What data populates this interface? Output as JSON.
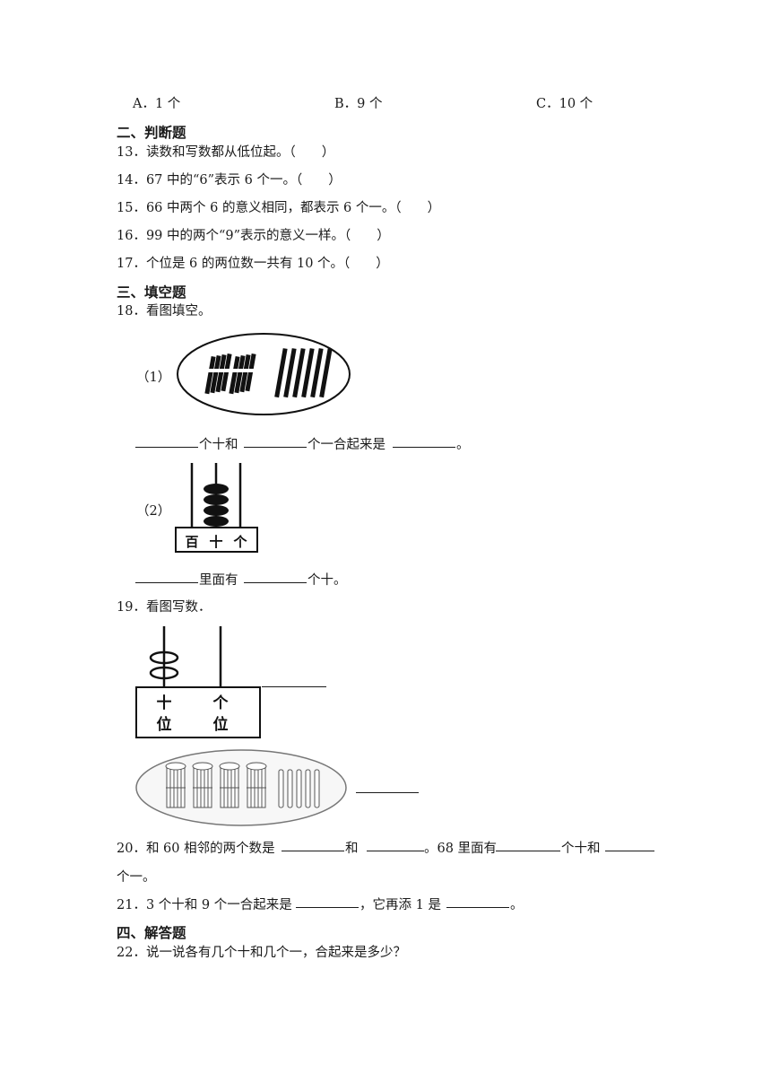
{
  "q12_options": {
    "a": "A．1 个",
    "b": "B．9 个",
    "c": "C．10 个"
  },
  "section2": {
    "title": "二、判断题",
    "items": [
      "13．读数和写数都从低位起。（　　）",
      "14．67 中的“6”表示 6 个一。（　　）",
      "15．66 中两个 6 的意义相同，都表示 6 个一。（　　）",
      "16．99 中的两个“9”表示的意义一样。（　　）",
      "17．个位是 6 的两位数一共有 10 个。（　　）"
    ]
  },
  "section3": {
    "title": "三、填空题",
    "q18": {
      "stem": "18．看图填空。",
      "p1_label": "（1）",
      "p1_fill_a": "个十和",
      "p1_fill_b": "个一合起来是",
      "p1_end": "。",
      "p2_label": "（2）",
      "abacus_labels": [
        "百",
        "十",
        "个"
      ],
      "p2_fill_a": "里面有",
      "p2_fill_b": "个十。"
    },
    "q19": {
      "stem": "19．看图写数．",
      "abacus_labels": [
        "十",
        "个",
        "位",
        "位"
      ]
    },
    "q20": {
      "part1": "20．和 60 相邻的两个数是",
      "part2": "和",
      "part3": "。68 里面有",
      "part4": "个十和",
      "part5": "个一。"
    },
    "q21": {
      "part1": "21．3 个十和 9 个一合起来是",
      "part2": "，它再添 1 是",
      "part3": "。"
    }
  },
  "section4": {
    "title": "四、解答题",
    "q22": "22．说一说各有几个十和几个一，合起来是多少？"
  }
}
